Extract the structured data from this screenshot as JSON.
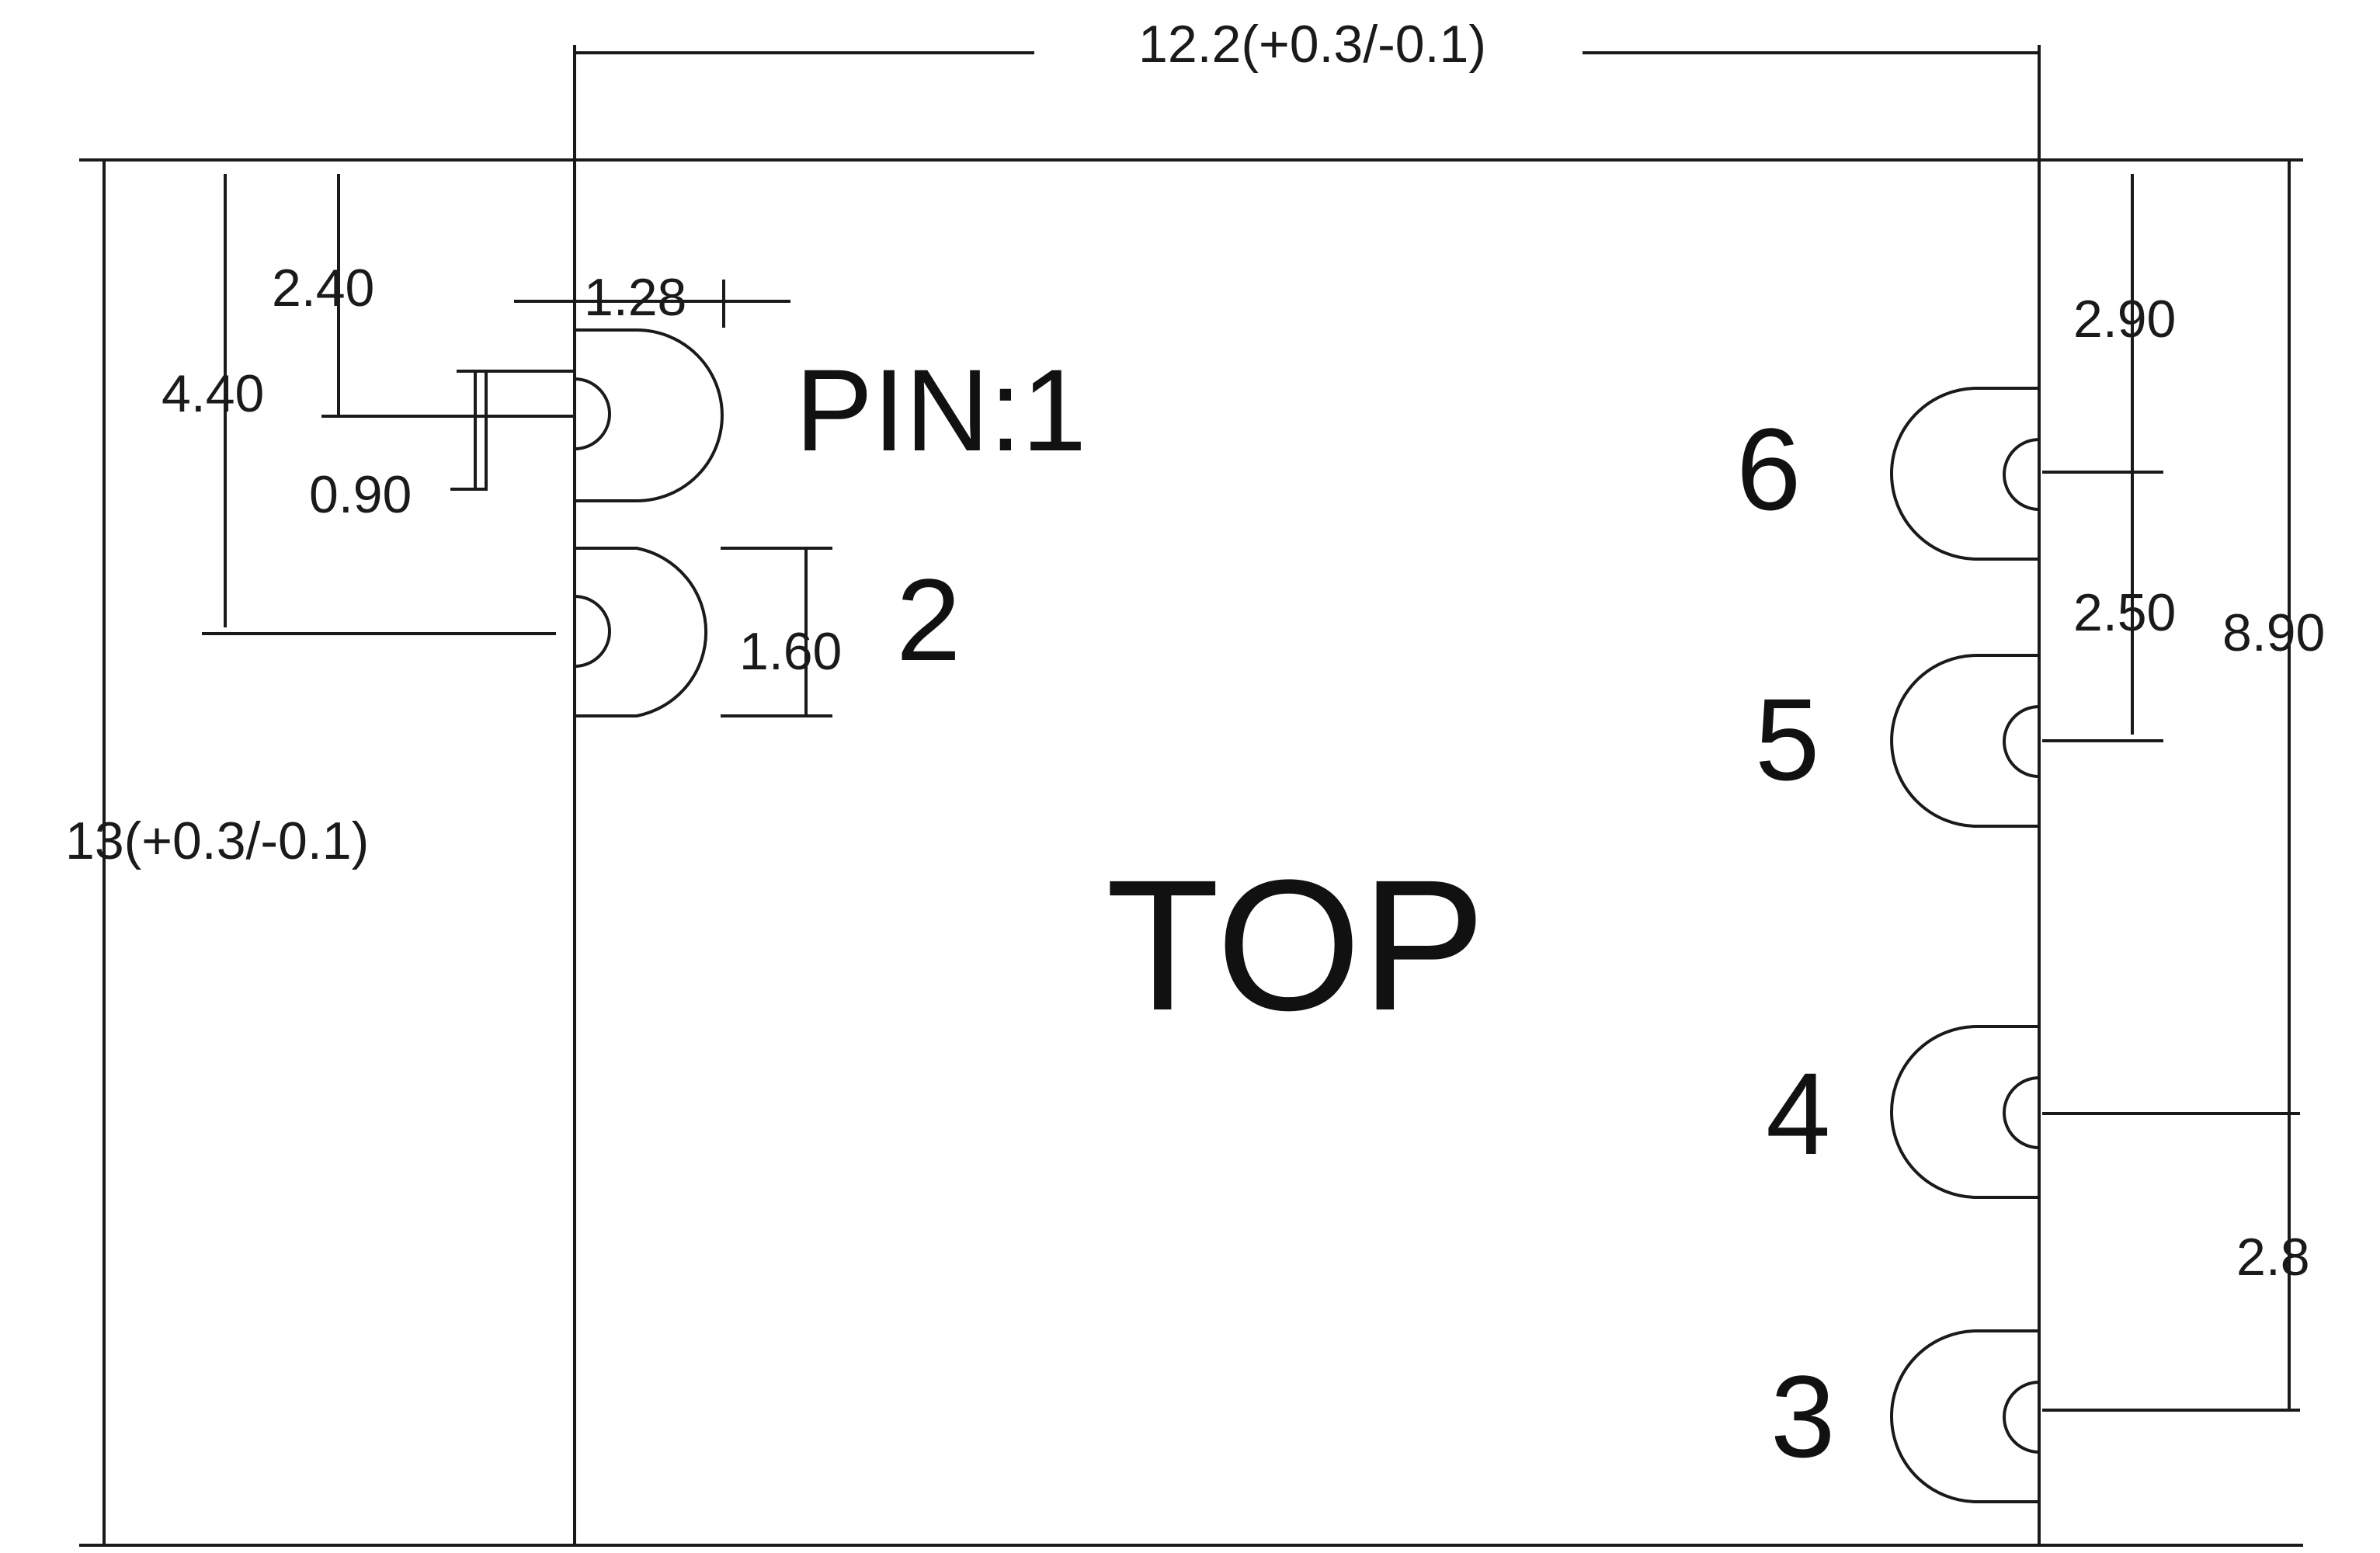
{
  "title": "TOP",
  "pins": {
    "pin1": "PIN:1",
    "pin2": "2",
    "pin3": "3",
    "pin4": "4",
    "pin5": "5",
    "pin6": "6"
  },
  "dimensions": {
    "width": "12.2(+0.3/-0.1)",
    "height": "13(+0.3/-0.1)",
    "pin1_offset": "2.40",
    "pin2_offset": "4.40",
    "pad_width": "1.28",
    "slot_width": "0.90",
    "pad_height": "1.60",
    "pin6_offset": "2.90",
    "pin_pitch": "2.50",
    "right_span": "8.90",
    "bottom_pitch": "2.8"
  }
}
